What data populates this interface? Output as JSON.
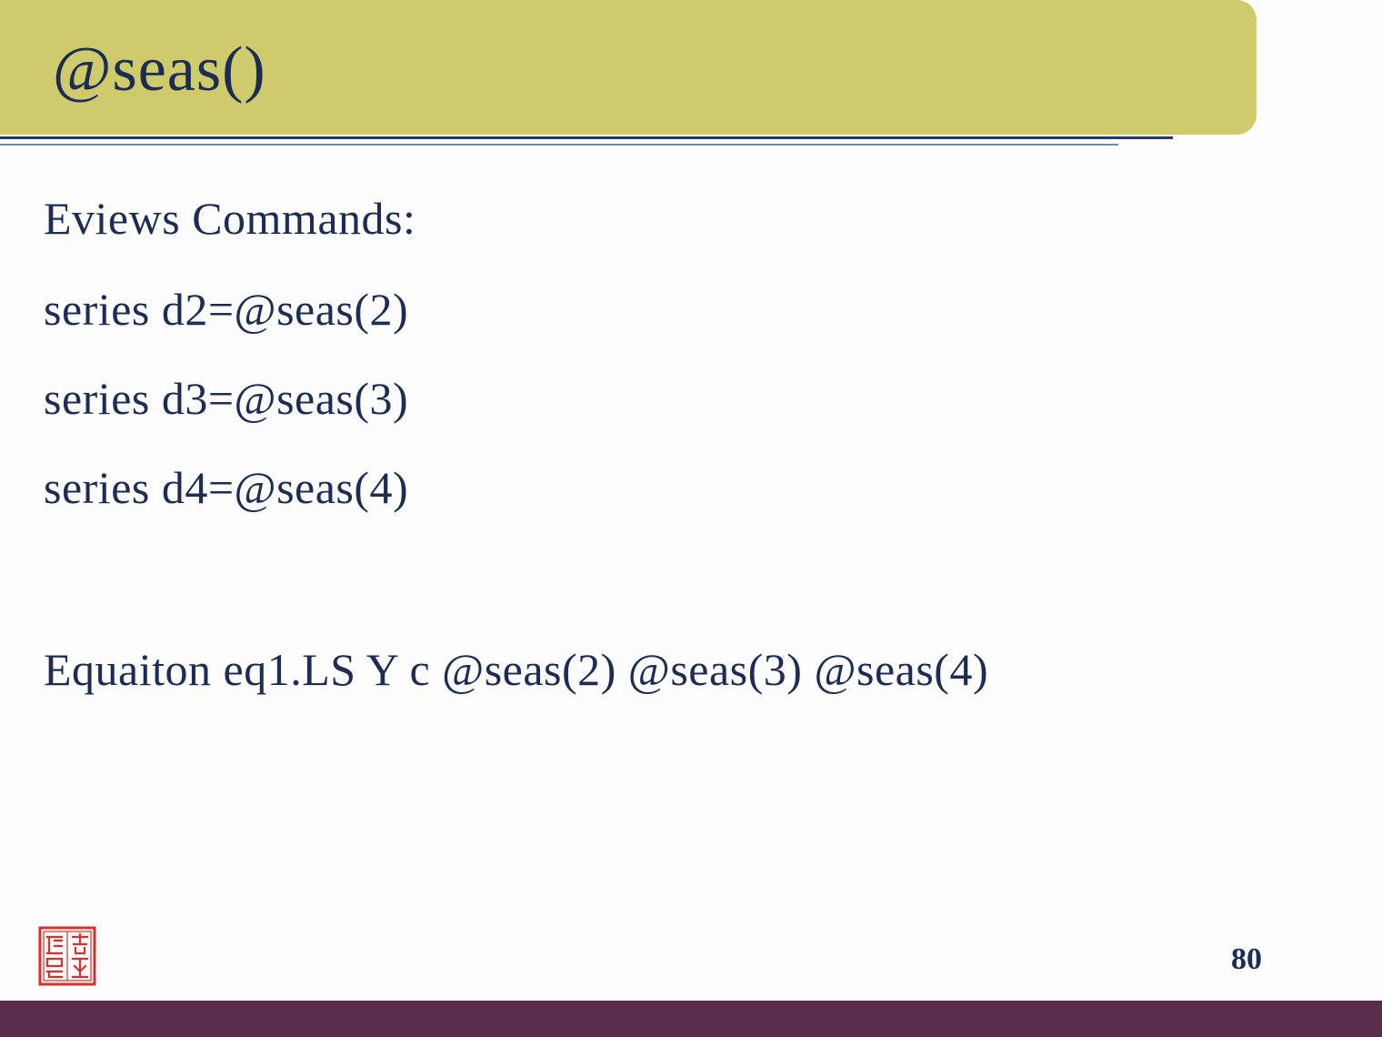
{
  "slide": {
    "title": "@seas()",
    "lines": [
      "Eviews Commands:",
      "series d2=@seas(2)",
      "series d3=@seas(3)",
      "series d4=@seas(4)",
      "Equaiton eq1.LS Y c @seas(2) @seas(3) @seas(4)"
    ],
    "page_number": "80"
  },
  "colors": {
    "title_bar": "#cfca6c",
    "text": "#1c2d55",
    "footer_bar": "#5a2e4a",
    "seal": "#d9302c"
  },
  "icons": {
    "seal": "red-square-seal-stamp"
  }
}
